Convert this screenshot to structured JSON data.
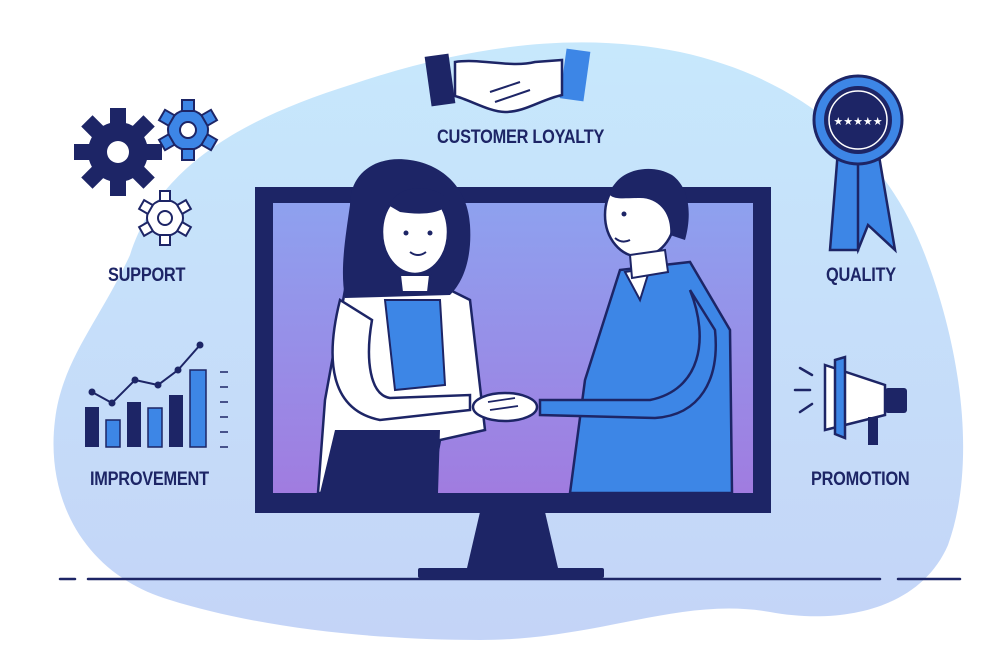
{
  "labels": {
    "customer_loyalty": "CUSTOMER LOYALTY",
    "support": "SUPPORT",
    "quality": "QUALITY",
    "improvement": "IMPROVEMENT",
    "promotion": "PROMOTION"
  },
  "colors": {
    "navy": "#1d2566",
    "blue": "#3d86e6",
    "light_blue": "#c5e6fb",
    "screen_top": "#8c9cef",
    "screen_bottom": "#a17be0"
  },
  "icons": [
    "handshake-icon",
    "gears-icon",
    "award-ribbon-icon",
    "bar-chart-icon",
    "megaphone-icon"
  ]
}
